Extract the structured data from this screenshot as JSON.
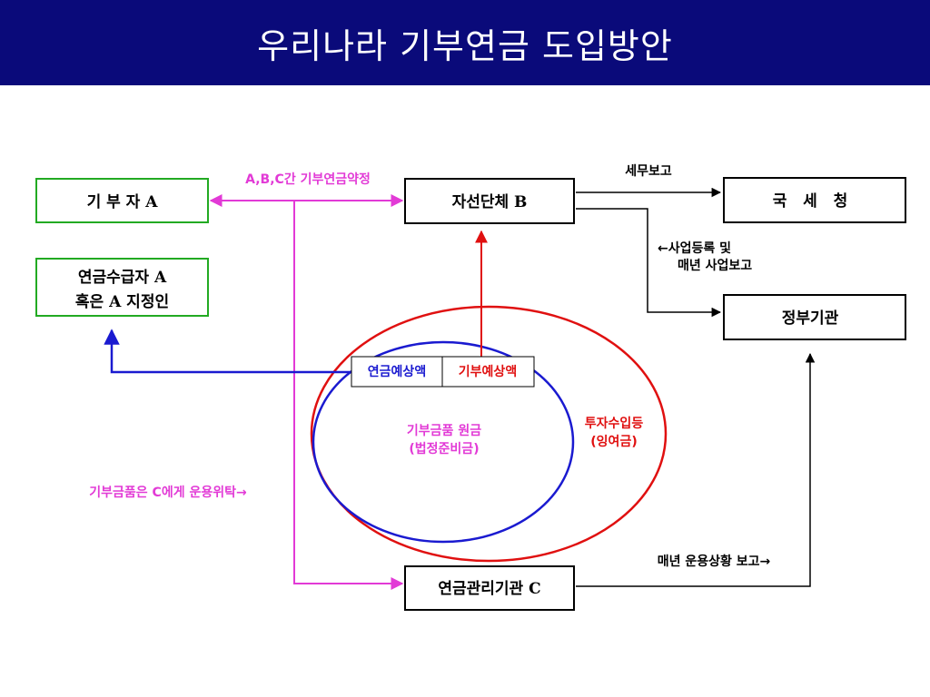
{
  "title": "우리나라  기부연금 도입방안",
  "colors": {
    "title_bg": "#0a0a7a",
    "green_border": "#22aa22",
    "magenta": "#e23ad6",
    "red": "#e01010",
    "blue": "#1a1ad0",
    "black": "#000000"
  },
  "nodes": {
    "donor": "기 부 자 A",
    "annuitant_line1": "연금수급자 A",
    "annuitant_line2": "혹은 A 지정인",
    "charity": "자선단체 B",
    "nts": "국   세   청",
    "gov": "정부기관",
    "manager": "연금관리기관 C"
  },
  "labels": {
    "agreement": "A,B,C간 기부연금약정",
    "tax_report": "세무보고",
    "registration_line1": "←사업등록 및",
    "registration_line2": "매년 사업보고",
    "entrust": "기부금품은 C에게 운용위탁→",
    "annual_report": "매년 운용상황 보고→",
    "pension_expected": "연금예상액",
    "donation_expected": "기부예상액",
    "inner_line1": "기부금품 원금",
    "inner_line2": "(법정준비금)",
    "outer_line1": "투자수입등",
    "outer_line2": "(잉여금)"
  }
}
